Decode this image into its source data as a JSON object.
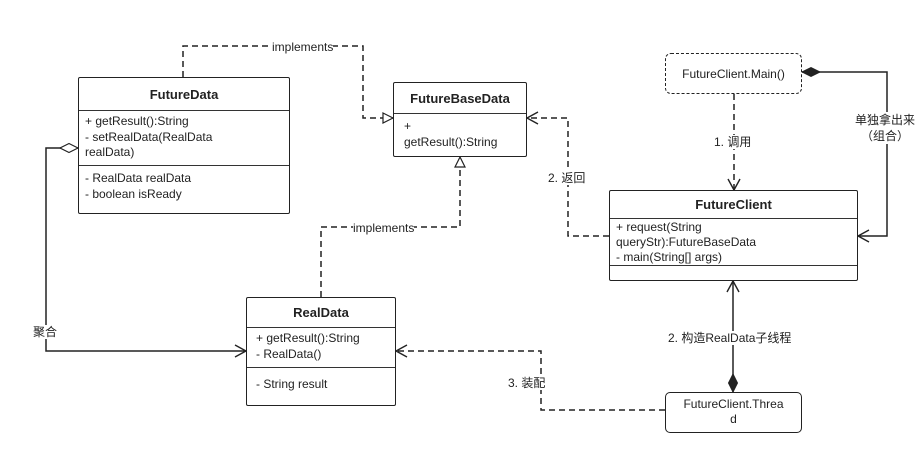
{
  "classes": {
    "future_data": {
      "name": "FutureData",
      "methods": [
        "+  getResult():String",
        "-  setRealData(RealData",
        "realData)"
      ],
      "fields": [
        "- RealData realData",
        "- boolean isReady"
      ]
    },
    "future_base_data": {
      "name": "FutureBaseData",
      "methods": [
        "+",
        "getResult():String"
      ]
    },
    "future_client": {
      "name": "FutureClient",
      "methods": [
        "+ request(String",
        "queryStr):FutureBaseData",
        "- main(String[] args)"
      ]
    },
    "real_data": {
      "name": "RealData",
      "methods": [
        "+ getResult():String",
        "-  RealData()"
      ],
      "fields": [
        "- String result"
      ]
    }
  },
  "nodes": {
    "main": "FutureClient.Main()",
    "thread_line1": "FutureClient.Threa",
    "thread_line2": "d"
  },
  "edge_labels": {
    "implements_top": "implements",
    "implements_mid": "implements",
    "call": "1. 调用",
    "returns": "2. 返回",
    "construct": "2. 构造RealData子线程",
    "assemble": "3. 装配",
    "aggregate": "聚合",
    "separate_line1": "单独拿出来",
    "separate_line2": "（组合）"
  }
}
